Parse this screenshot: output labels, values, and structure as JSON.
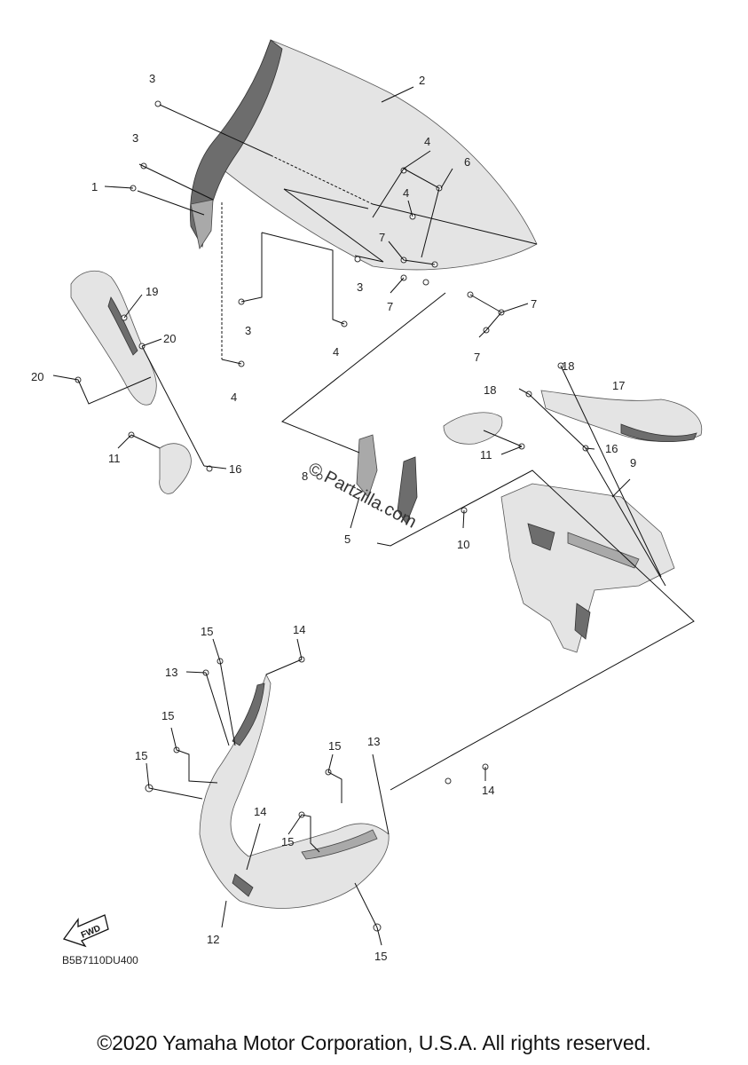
{
  "callouts": {
    "c1": "1",
    "c2": "2",
    "c3a": "3",
    "c3b": "3",
    "c3c": "3",
    "c3d": "3",
    "c4a": "4",
    "c4b": "4",
    "c4c": "4",
    "c4d": "4",
    "c5": "5",
    "c6": "6",
    "c7a": "7",
    "c7b": "7",
    "c7c": "7",
    "c7d": "7",
    "c8": "8",
    "c9": "9",
    "c10": "10",
    "c11a": "11",
    "c11b": "11",
    "c12": "12",
    "c13a": "13",
    "c13b": "13",
    "c14a": "14",
    "c14b": "14",
    "c14c": "14",
    "c15a": "15",
    "c15b": "15",
    "c15c": "15",
    "c15d": "15",
    "c15e": "15",
    "c15f": "15",
    "c16a": "16",
    "c16b": "16",
    "c17": "17",
    "c18a": "18",
    "c18b": "18",
    "c19": "19",
    "c20a": "20",
    "c20b": "20"
  },
  "watermark": "© Partzilla.com",
  "fwd_label": "FWD",
  "diagram_code": "B5B7110DU400",
  "copyright": "©2020 Yamaha Motor Corporation, U.S.A. All rights reserved.",
  "colors": {
    "ink": "#111111",
    "part_shade": "#6d6d6d",
    "background": "#ffffff"
  }
}
